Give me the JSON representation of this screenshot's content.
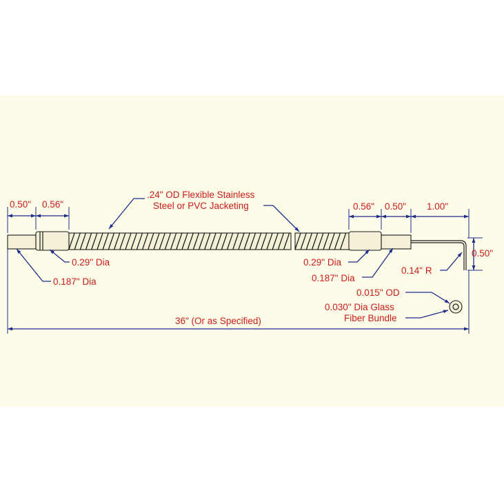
{
  "colors": {
    "background": "#fdfce8",
    "label_text": "#cc1a1a",
    "dimension_lines": "#1c2b8c",
    "part_outline": "#1a1a1a"
  },
  "labels": {
    "left_tip_length": "0.50\"",
    "left_ferrule_length": "0.56\"",
    "jacket_line1": ".24\" OD Flexible Stainless",
    "jacket_line2": "Steel or PVC Jacketing",
    "right_ferrule_length": "0.56\"",
    "right_tip_length": "0.50\"",
    "right_bend_length": "1.00\"",
    "bend_height": "0.50\"",
    "left_ferrule_dia": "0.29\" Dia",
    "left_tip_dia": "0.187\" Dia",
    "right_ferrule_dia": "0.29\" Dia",
    "right_tip_dia": "0.187\" Dia",
    "bend_radius": "0.14\" R",
    "fiber_od": "0.015\" OD",
    "bundle_line1": "0.030\" Dia Glass",
    "bundle_line2": "Fiber Bundle",
    "overall_length": "36\" (Or as Specified)"
  }
}
